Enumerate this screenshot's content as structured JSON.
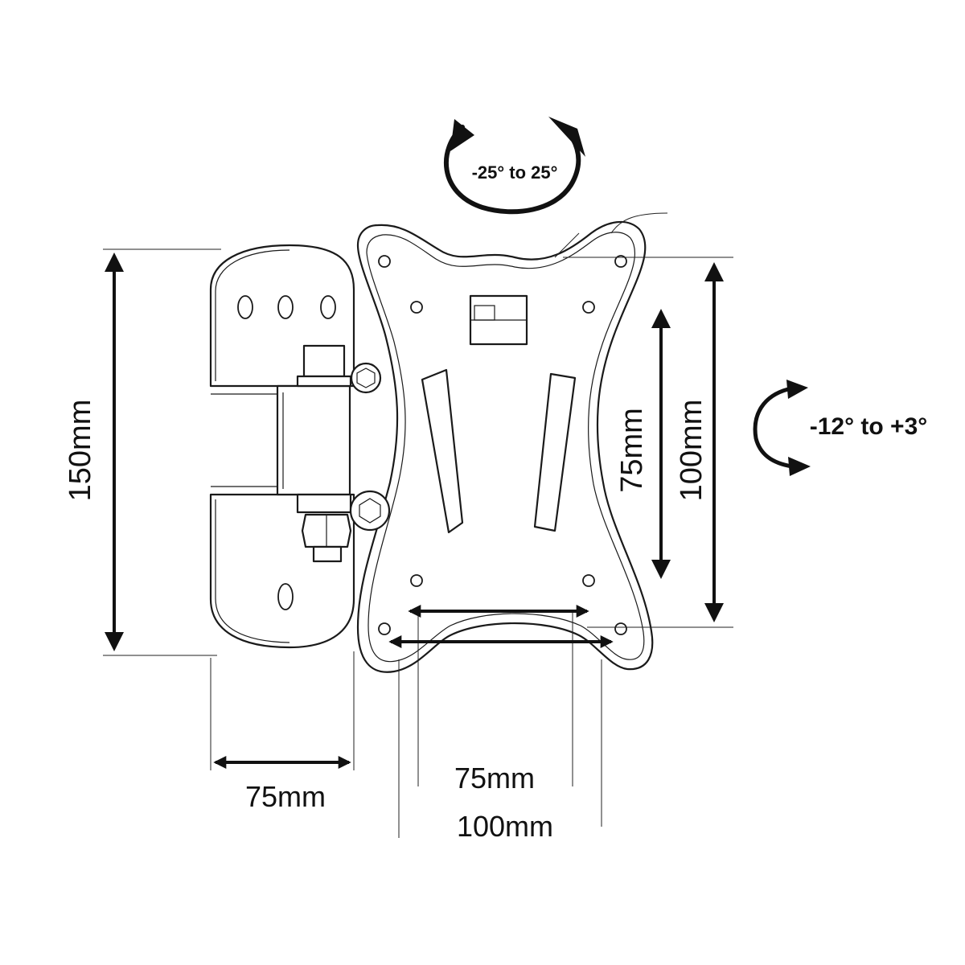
{
  "labels": {
    "swivel_range": "-25° to 25°",
    "tilt_range": "-12° to +3°",
    "total_height": "150mm",
    "wall_plate_depth": "75mm",
    "vesa_vertical_small": "75mm",
    "vesa_vertical_large": "100mm",
    "vesa_horizontal_small": "75mm",
    "vesa_horizontal_large": "100mm"
  }
}
